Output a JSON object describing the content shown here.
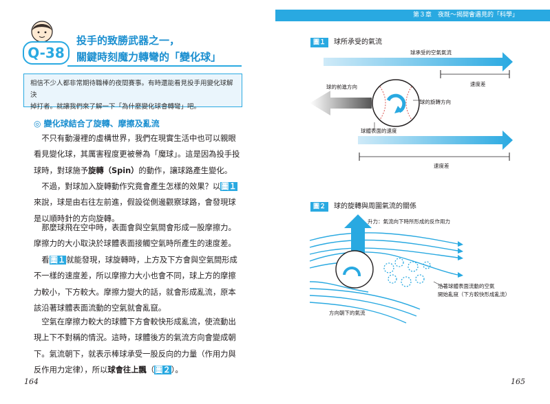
{
  "header": {
    "chapter_label": "第３章　夜既～揭開會遇見的「科學」"
  },
  "left_page": {
    "q_number": "Q-38",
    "title_line1": "投手的致勝武器之一，",
    "title_line2": "關鍵時刻魔力轉彎的「變化球」",
    "intro_line1": "相信不少人都非常期待職棒的夜間賽事。有時還能看見投手用變化球解決",
    "intro_line2": "掉打者。就讓我們來了解一下「為什麼變化球會轉彎」吧。",
    "section_heading": "◎ 變化球結合了旋轉、摩擦及亂流",
    "p1_a": "不只有動漫裡的虛構世界，我們在現實生活中也可以親眼看見變化球，其厲害程度更被譽為「魔球」。這是因為投手投球時，對球施予",
    "p1_bold": "旋轉（Spin）",
    "p1_b": "的動作，讓球路產生變化。",
    "p2_a": "不過，對球加入旋轉動作究竟會產生怎樣的效果？以",
    "p2_ref": "圖１",
    "p2_b": "來說，球是由右往左前進，假設從側邊觀察球路，會發現球是以順時針的方向旋轉。",
    "p3": "那麼球飛在空中時，表面會與空氣間會形成一股摩擦力。摩擦力的大小取決於球體表面接觸空氣時所產生的速度差。",
    "p4_a": "看",
    "p4_ref": "圖１",
    "p4_b": "就能發現，球旋轉時，上方及下方會與空氣間形成不一樣的速度差，所以摩擦力大小也會不同，球上方的摩擦力較小，下方較大。摩擦力變大的話，就會形成亂流，原本該沿著球體表面流動的空氣就會亂竄。",
    "p5_a": "空氣在摩擦力較大的球體下方會較快形成亂流，使流動出現上下不對稱的情況。這時，球體後方的氣流方向會變成朝下。氣流朝下，就表示棒球承受一股反向的力量（作用力與反作用力定律），所以",
    "p5_bold": "球會往上飄",
    "p5_c": "（",
    "p5_ref": "圖２",
    "p5_d": "）。",
    "page_number": "164"
  },
  "right_page": {
    "fig1": {
      "tag": "圖１",
      "title": "球所承受的氣流",
      "label_air": "球承受的空氣氣流",
      "label_speed_diff_top": "速度差",
      "label_direction": "球的前進方向",
      "label_spin": "球的旋轉方向",
      "label_surface_speed": "球體表面的速度",
      "label_speed_diff_bottom": "速度差"
    },
    "fig2": {
      "tag": "圖２",
      "title": "球的旋轉與周圍氣流的關係",
      "label_lift": "升力：氣流向下時所形成的反作用力",
      "label_turbulence_1": "沿著球體表面流動的空氣",
      "label_turbulence_2": "開始亂竄（下方較快形成亂流）",
      "label_downflow": "方向朝下的氣流"
    },
    "page_number": "165"
  },
  "colors": {
    "accent": "#29a9e1",
    "accent_dark": "#1b8fd0"
  }
}
